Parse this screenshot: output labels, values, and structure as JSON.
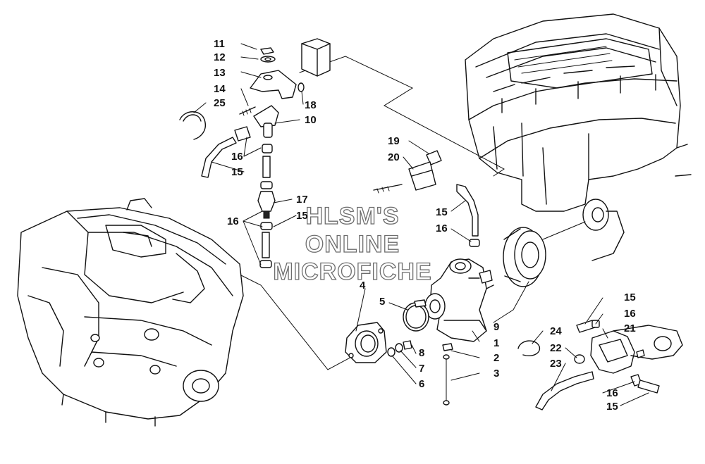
{
  "watermark": {
    "line1": "HLSM'S",
    "line2": "ONLINE",
    "line3": "MICROFICHE"
  },
  "callouts": [
    {
      "id": "c11",
      "text": "11"
    },
    {
      "id": "c12",
      "text": "12"
    },
    {
      "id": "c13",
      "text": "13"
    },
    {
      "id": "c14",
      "text": "14"
    },
    {
      "id": "c25",
      "text": "25"
    },
    {
      "id": "c18",
      "text": "18"
    },
    {
      "id": "c10",
      "text": "10"
    },
    {
      "id": "c16a",
      "text": "16"
    },
    {
      "id": "c15a",
      "text": "15"
    },
    {
      "id": "c17",
      "text": "17"
    },
    {
      "id": "c16b",
      "text": "16"
    },
    {
      "id": "c15b",
      "text": "15"
    },
    {
      "id": "c19",
      "text": "19"
    },
    {
      "id": "c20",
      "text": "20"
    },
    {
      "id": "c15c",
      "text": "15"
    },
    {
      "id": "c16c",
      "text": "16"
    },
    {
      "id": "c4",
      "text": "4"
    },
    {
      "id": "c5",
      "text": "5"
    },
    {
      "id": "c8",
      "text": "8"
    },
    {
      "id": "c7",
      "text": "7"
    },
    {
      "id": "c6",
      "text": "6"
    },
    {
      "id": "c1",
      "text": "1"
    },
    {
      "id": "c2",
      "text": "2"
    },
    {
      "id": "c3",
      "text": "3"
    },
    {
      "id": "c9",
      "text": "9"
    },
    {
      "id": "c15d",
      "text": "15"
    },
    {
      "id": "c16d",
      "text": "16"
    },
    {
      "id": "c21",
      "text": "21"
    },
    {
      "id": "c24",
      "text": "24"
    },
    {
      "id": "c22",
      "text": "22"
    },
    {
      "id": "c23",
      "text": "23"
    },
    {
      "id": "c16e",
      "text": "16"
    },
    {
      "id": "c15e",
      "text": "15"
    }
  ]
}
